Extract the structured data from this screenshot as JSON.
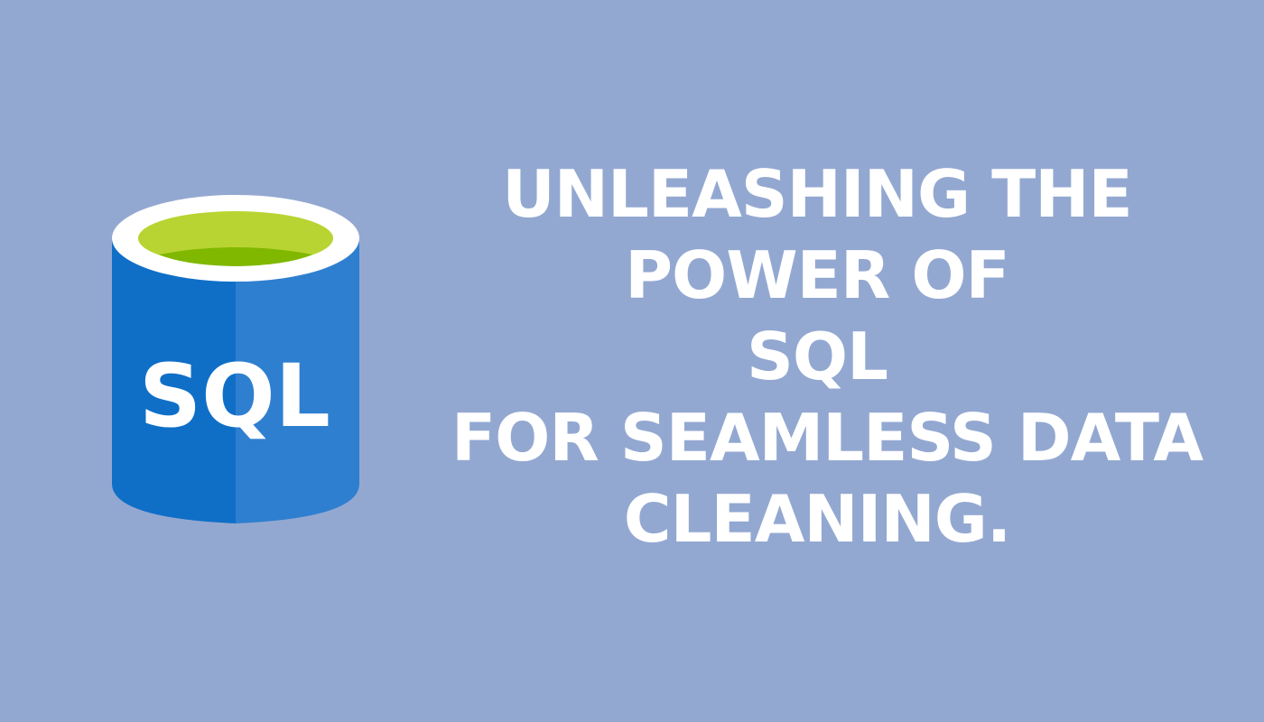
{
  "logo": {
    "text": "SQL",
    "icon": "database-cylinder-icon",
    "colors": {
      "body_left": "#0f6fc7",
      "body_right": "#2f7fd0",
      "rim": "#ffffff",
      "liquid_top": "#b8d432",
      "liquid_deep": "#80b800",
      "text": "#ffffff"
    }
  },
  "headline": {
    "lines": [
      "UNLEASHING THE",
      "POWER OF",
      "SQL",
      "FOR SEAMLESS DATA",
      "CLEANING."
    ]
  },
  "colors": {
    "background": "#93a8d1",
    "headline_text": "#ffffff"
  }
}
